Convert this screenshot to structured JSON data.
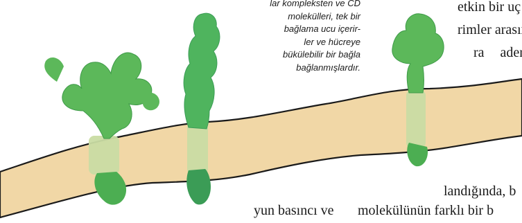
{
  "caption": {
    "lines": [
      "lar kompleksten ve CD",
      "molekülleri, tek bir",
      "bağlama ucu içerir-",
      "ler ve hücreye",
      "bükülebilir bir bağla",
      "bağlanmışlardır."
    ]
  },
  "body_text": {
    "right_line_1": "etkin bir uç",
    "right_line_2": "rimler arasın",
    "right_line_3": "ra adenos",
    "bottom_right_1": "landığında, b",
    "bottom_right_2": "molekülünün farklı bir b",
    "bottom_left_1": "yun basıncı ve"
  },
  "colors": {
    "membrane": "#f1d7a6",
    "membrane_edge": "#1a1a1a",
    "protein": "#5cb85a",
    "protein_dark": "#2f8a3c",
    "transmembrane": "#c9dca3"
  }
}
